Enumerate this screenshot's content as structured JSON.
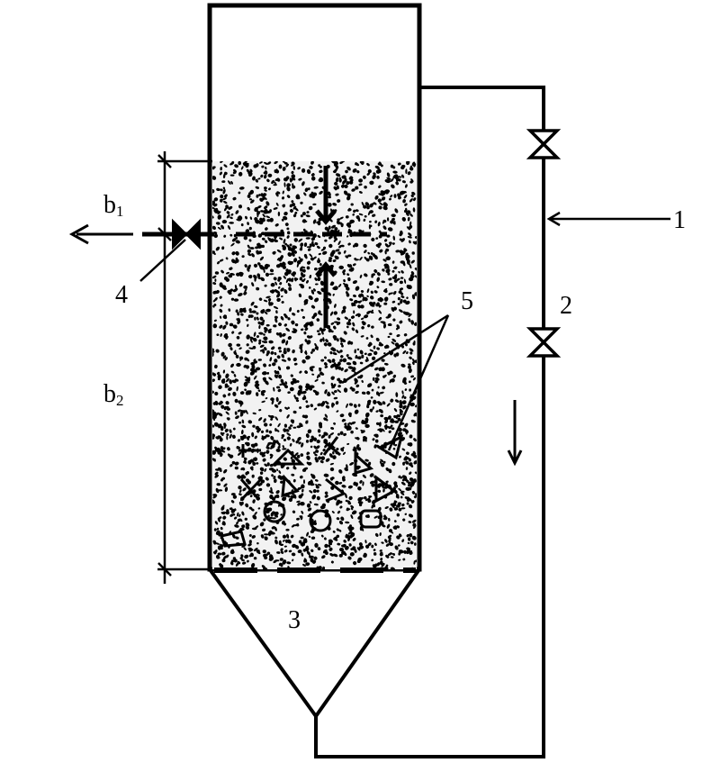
{
  "figure": {
    "labels": {
      "l1": "1",
      "l2": "2",
      "l3": "3",
      "l4": "4",
      "l5": "5",
      "b1_letter": "b",
      "b1_sub": "1",
      "b2_letter": "b",
      "b2_sub": "2"
    },
    "colors": {
      "line": "#000000",
      "background": "#ffffff",
      "media": "#000000"
    },
    "icons": [
      "valve-icon",
      "arrow-icon",
      "carrier-particle-icon"
    ]
  }
}
